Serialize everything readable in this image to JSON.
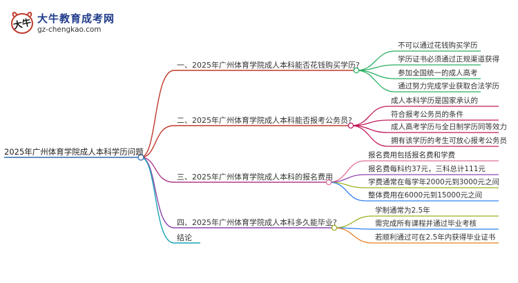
{
  "logo": {
    "mark": "大牛",
    "title": "大牛教育成考网",
    "url": "gz-chengkao.com"
  },
  "colors": {
    "root_line": "#2b6cb0",
    "branch1": "#c0392b",
    "branch2": "#c0392b",
    "branch3": "#b03a8c",
    "branch4": "#8e44ad",
    "branch5": "#1aa3b5",
    "leaf_green": "#27ae60",
    "leaf_pink": "#e26a9a",
    "leaf_magenta": "#c2185b",
    "leaf_olive": "#9ab11e",
    "leaf_blue": "#2f80ed",
    "leaf_orange": "#e67e22",
    "leaf_purple": "#8e44ad",
    "leaf_teal": "#1aa3b5"
  },
  "root": {
    "label": "2025年广州体育学院成人本科学历问题"
  },
  "branches": [
    {
      "label": "一、2025年广州体育学院成人本科能否花钱购买学历?",
      "leaves": [
        "不可以通过花钱购买学历",
        "学历证书必须通过正规渠道获得",
        "参加全国统一的成人高考",
        "通过努力完成学业获取合法学历"
      ]
    },
    {
      "label": "二、2025年广州体育学院成人本科能否报考公务员?",
      "leaves": [
        "成人本科学历是国家承认的",
        "符合报考公务员的条件",
        "成人高考学历与全日制学历同等效力",
        "拥有该学历的考生可放心报考公务员"
      ]
    },
    {
      "label": "三、2025年广州体育学院成人本科的报名费用",
      "leaves": [
        "报名费用包括报名费和学费",
        "报名费每科约37元，三科总计111元",
        "学费通常在每学年2000元到3000元之间",
        "整体费用在6000元到15000元之间"
      ]
    },
    {
      "label": "四、2025年广州体育学院成人本科多久能毕业?",
      "leaves": [
        "学制通常为2.5年",
        "需完成所有课程并通过毕业考核",
        "若顺利通过可在2.5年内获得毕业证书"
      ]
    },
    {
      "label": "结论",
      "leaves": []
    }
  ]
}
